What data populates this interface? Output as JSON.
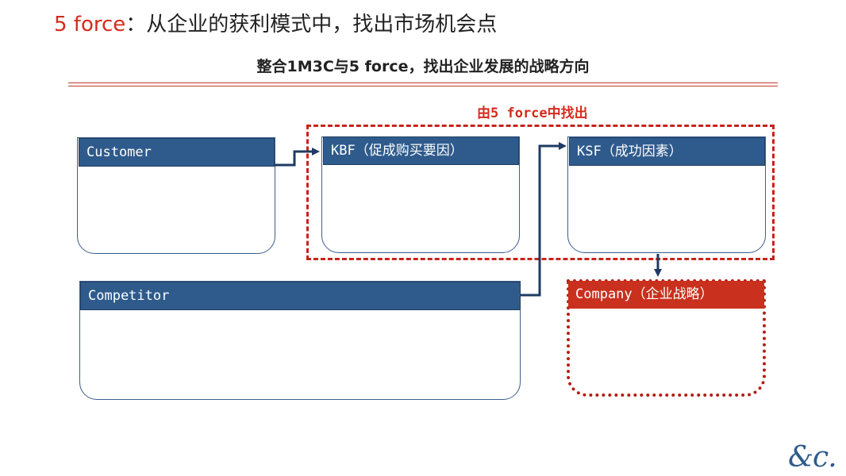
{
  "header": {
    "title_accent": "5 force",
    "title_rest": "：从企业的获利模式中，找出市场机会点",
    "subtitle": "整合1M3C与5 force，找出企业发展的战略方向"
  },
  "diagram": {
    "find_label": "由5 force中找出",
    "boxes": {
      "customer": "Customer",
      "kbf": "KBF（促成购买要因）",
      "ksf": "KSF（成功因素）",
      "competitor": "Competitor",
      "company": "Company（企业战略）"
    }
  },
  "colors": {
    "accent_red": "#d42b1e",
    "header_blue": "#2f5b8c",
    "company_red": "#c9301d"
  },
  "logo": "&c."
}
